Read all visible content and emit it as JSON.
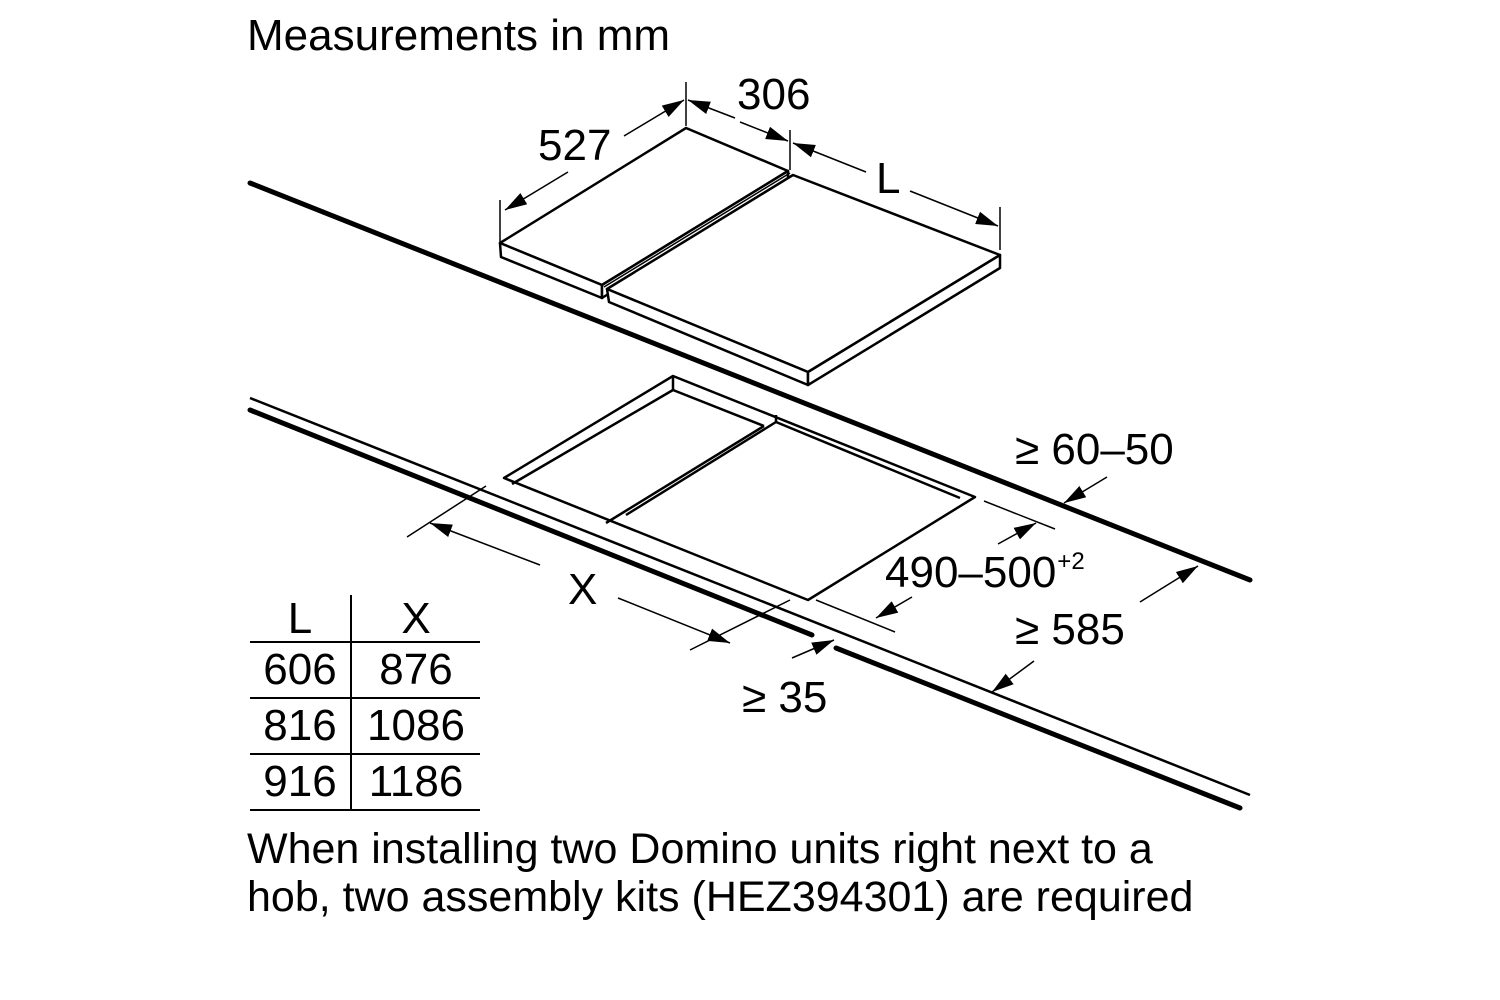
{
  "title": "Measurements in mm",
  "dimensions": {
    "depth": "527",
    "domino_width": "306",
    "hob_length": "L",
    "cutout_length": "X",
    "cutout_depth_value": "490–500",
    "cutout_depth_tolerance": "+2",
    "rear_clearance": "≥ 60–50",
    "worktop_depth": "≥ 585",
    "front_clearance": "≥ 35"
  },
  "table": {
    "headers": [
      "L",
      "X"
    ],
    "rows": [
      [
        "606",
        "876"
      ],
      [
        "816",
        "1086"
      ],
      [
        "916",
        "1186"
      ]
    ]
  },
  "note": "When installing two Domino units right next to a hob, two assembly kits (HEZ394301) are required",
  "colors": {
    "background": "#ffffff",
    "ink": "#000000"
  }
}
